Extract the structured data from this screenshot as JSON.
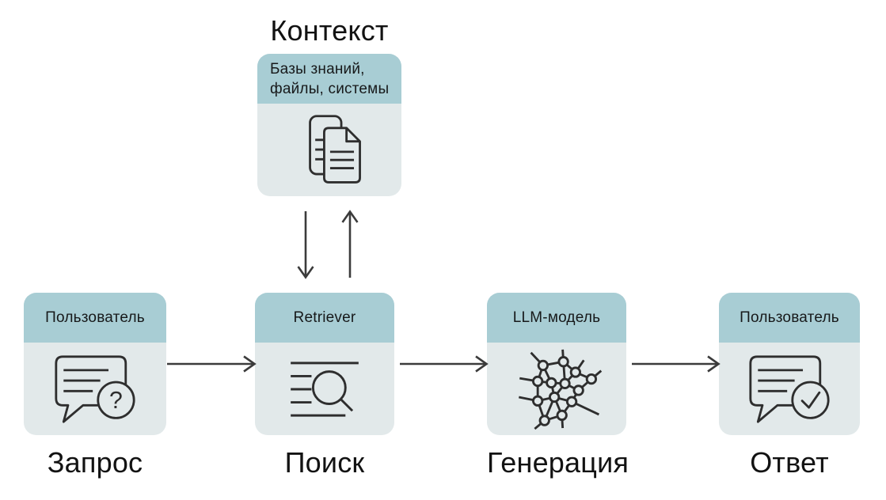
{
  "title": {
    "context_label": "Контекст"
  },
  "context_box": {
    "header_line1": "Базы знаний,",
    "header_line2": "файлы, системы",
    "icon": "documents-icon"
  },
  "flow": [
    {
      "header": "Пользователь",
      "caption": "Запрос",
      "icon": "chat-bubble-question-icon"
    },
    {
      "header": "Retriever",
      "caption": "Поиск",
      "icon": "search-list-icon"
    },
    {
      "header": "LLM-модель",
      "caption": "Генерация",
      "icon": "neural-network-icon"
    },
    {
      "header": "Пользователь",
      "caption": "Ответ",
      "icon": "chat-bubble-check-icon"
    }
  ],
  "icons": {
    "question_glyph": "?"
  },
  "arrows": {
    "between_context_and_retriever": [
      "down",
      "up"
    ],
    "horizontal_right_arrows": 3
  },
  "colors": {
    "header_bg": "#a8cdd4",
    "body_bg": "#e2e9ea",
    "icon_stroke": "#2e2e2e",
    "arrow": "#3b3b3b",
    "text": "#121212",
    "page_bg": "#ffffff"
  }
}
